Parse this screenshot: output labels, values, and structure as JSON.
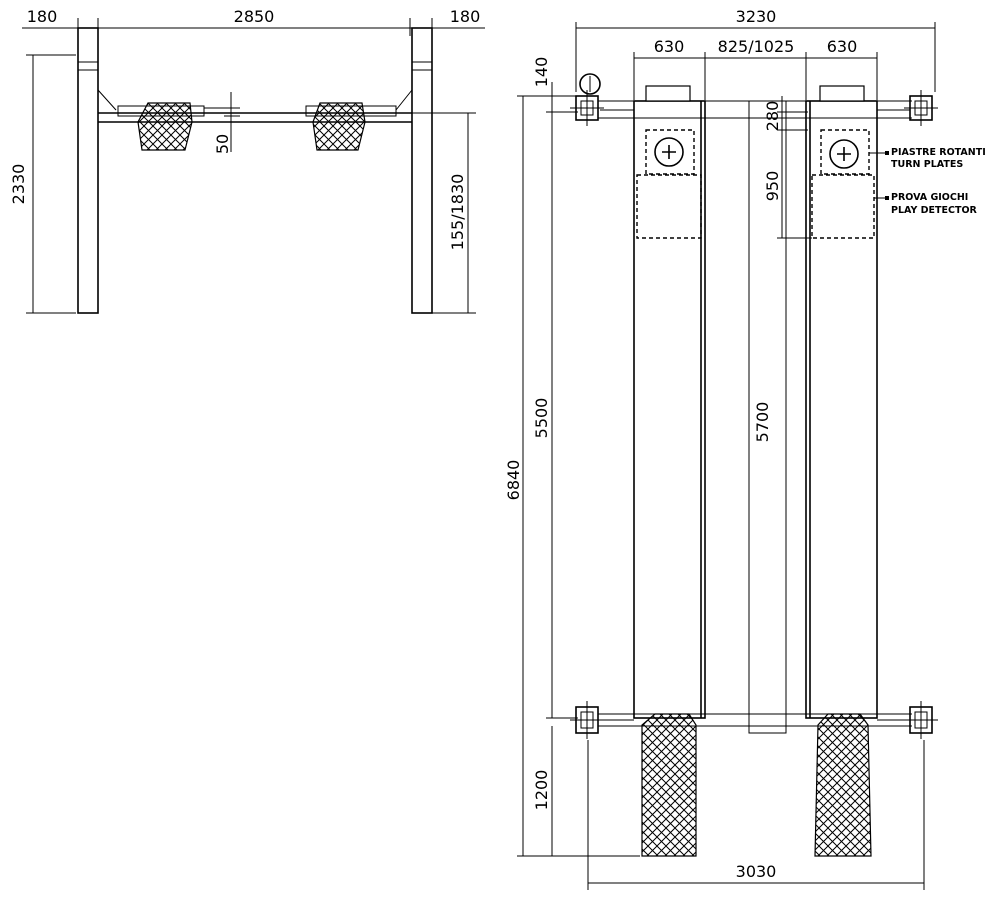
{
  "front_view": {
    "dims": {
      "left_column": "180",
      "span": "2850",
      "right_column": "180",
      "height": "2330",
      "lift_height": "155/1830",
      "platform_offset": "50"
    }
  },
  "plan_view": {
    "dims": {
      "overall_width": "3230",
      "runway_left": "630",
      "runway_gap": "825/1025",
      "runway_right": "630",
      "top_offset": "140",
      "turn_plate_offset": "280",
      "play_detector_offset": "950",
      "overall_length": "6840",
      "runway_length": "5500",
      "inner_length": "5700",
      "ramp_length": "1200",
      "base_width": "3030"
    },
    "callouts": {
      "turn_plates_it": "PIASTRE ROTANTI",
      "turn_plates_en": "TURN PLATES",
      "play_detector_it": "PROVA GIOCHI",
      "play_detector_en": "PLAY DETECTOR"
    }
  }
}
